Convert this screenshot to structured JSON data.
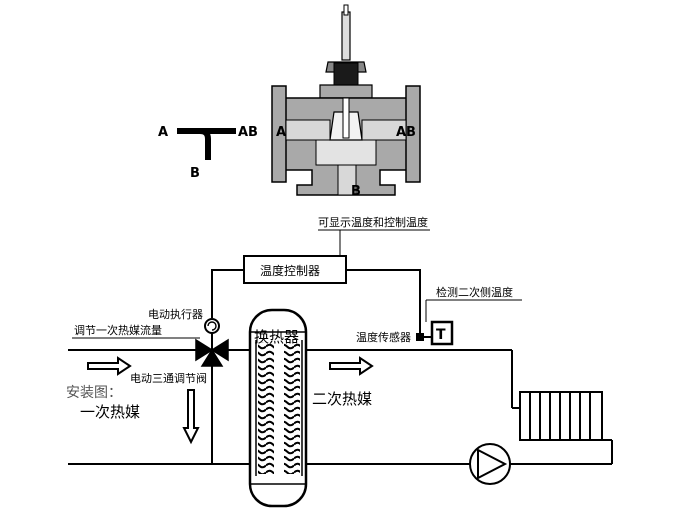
{
  "diagram": {
    "valve_ports": {
      "a": "A",
      "ab": "AB",
      "b": "B"
    },
    "labels": {
      "controller_display_note": "可显示温度和控制温度",
      "temp_controller": "温度控制器",
      "detect_secondary_temp": "检测二次侧温度",
      "electric_actuator": "电动执行器",
      "adjust_primary_flow": "调节一次热媒流量",
      "temp_sensor": "温度传感器",
      "heat_exchanger": "换热器",
      "three_way_valve": "电动三通调节阀",
      "install_diagram": "安装图：",
      "primary_medium": "一次热媒",
      "secondary_medium": "二次热媒",
      "sensor_symbol": "T"
    },
    "colors": {
      "line": "#000000",
      "valve_body": "#a9a9a9",
      "valve_dark": "#1a1a1a",
      "background": "#ffffff"
    }
  }
}
